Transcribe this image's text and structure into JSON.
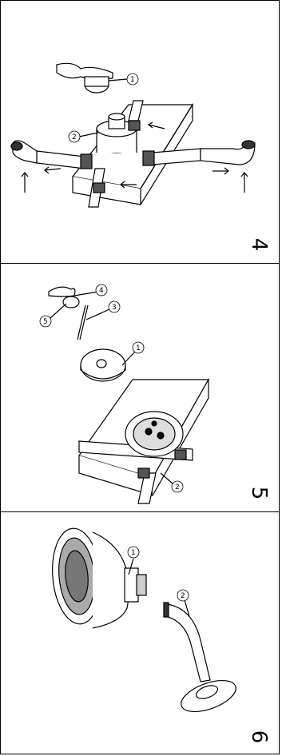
{
  "steps": [
    {
      "number": "4",
      "callouts": [
        "1",
        "2"
      ]
    },
    {
      "number": "5",
      "callouts": [
        "1",
        "2",
        "3",
        "4",
        "5"
      ]
    },
    {
      "number": "6",
      "callouts": [
        "1",
        "2"
      ]
    }
  ]
}
